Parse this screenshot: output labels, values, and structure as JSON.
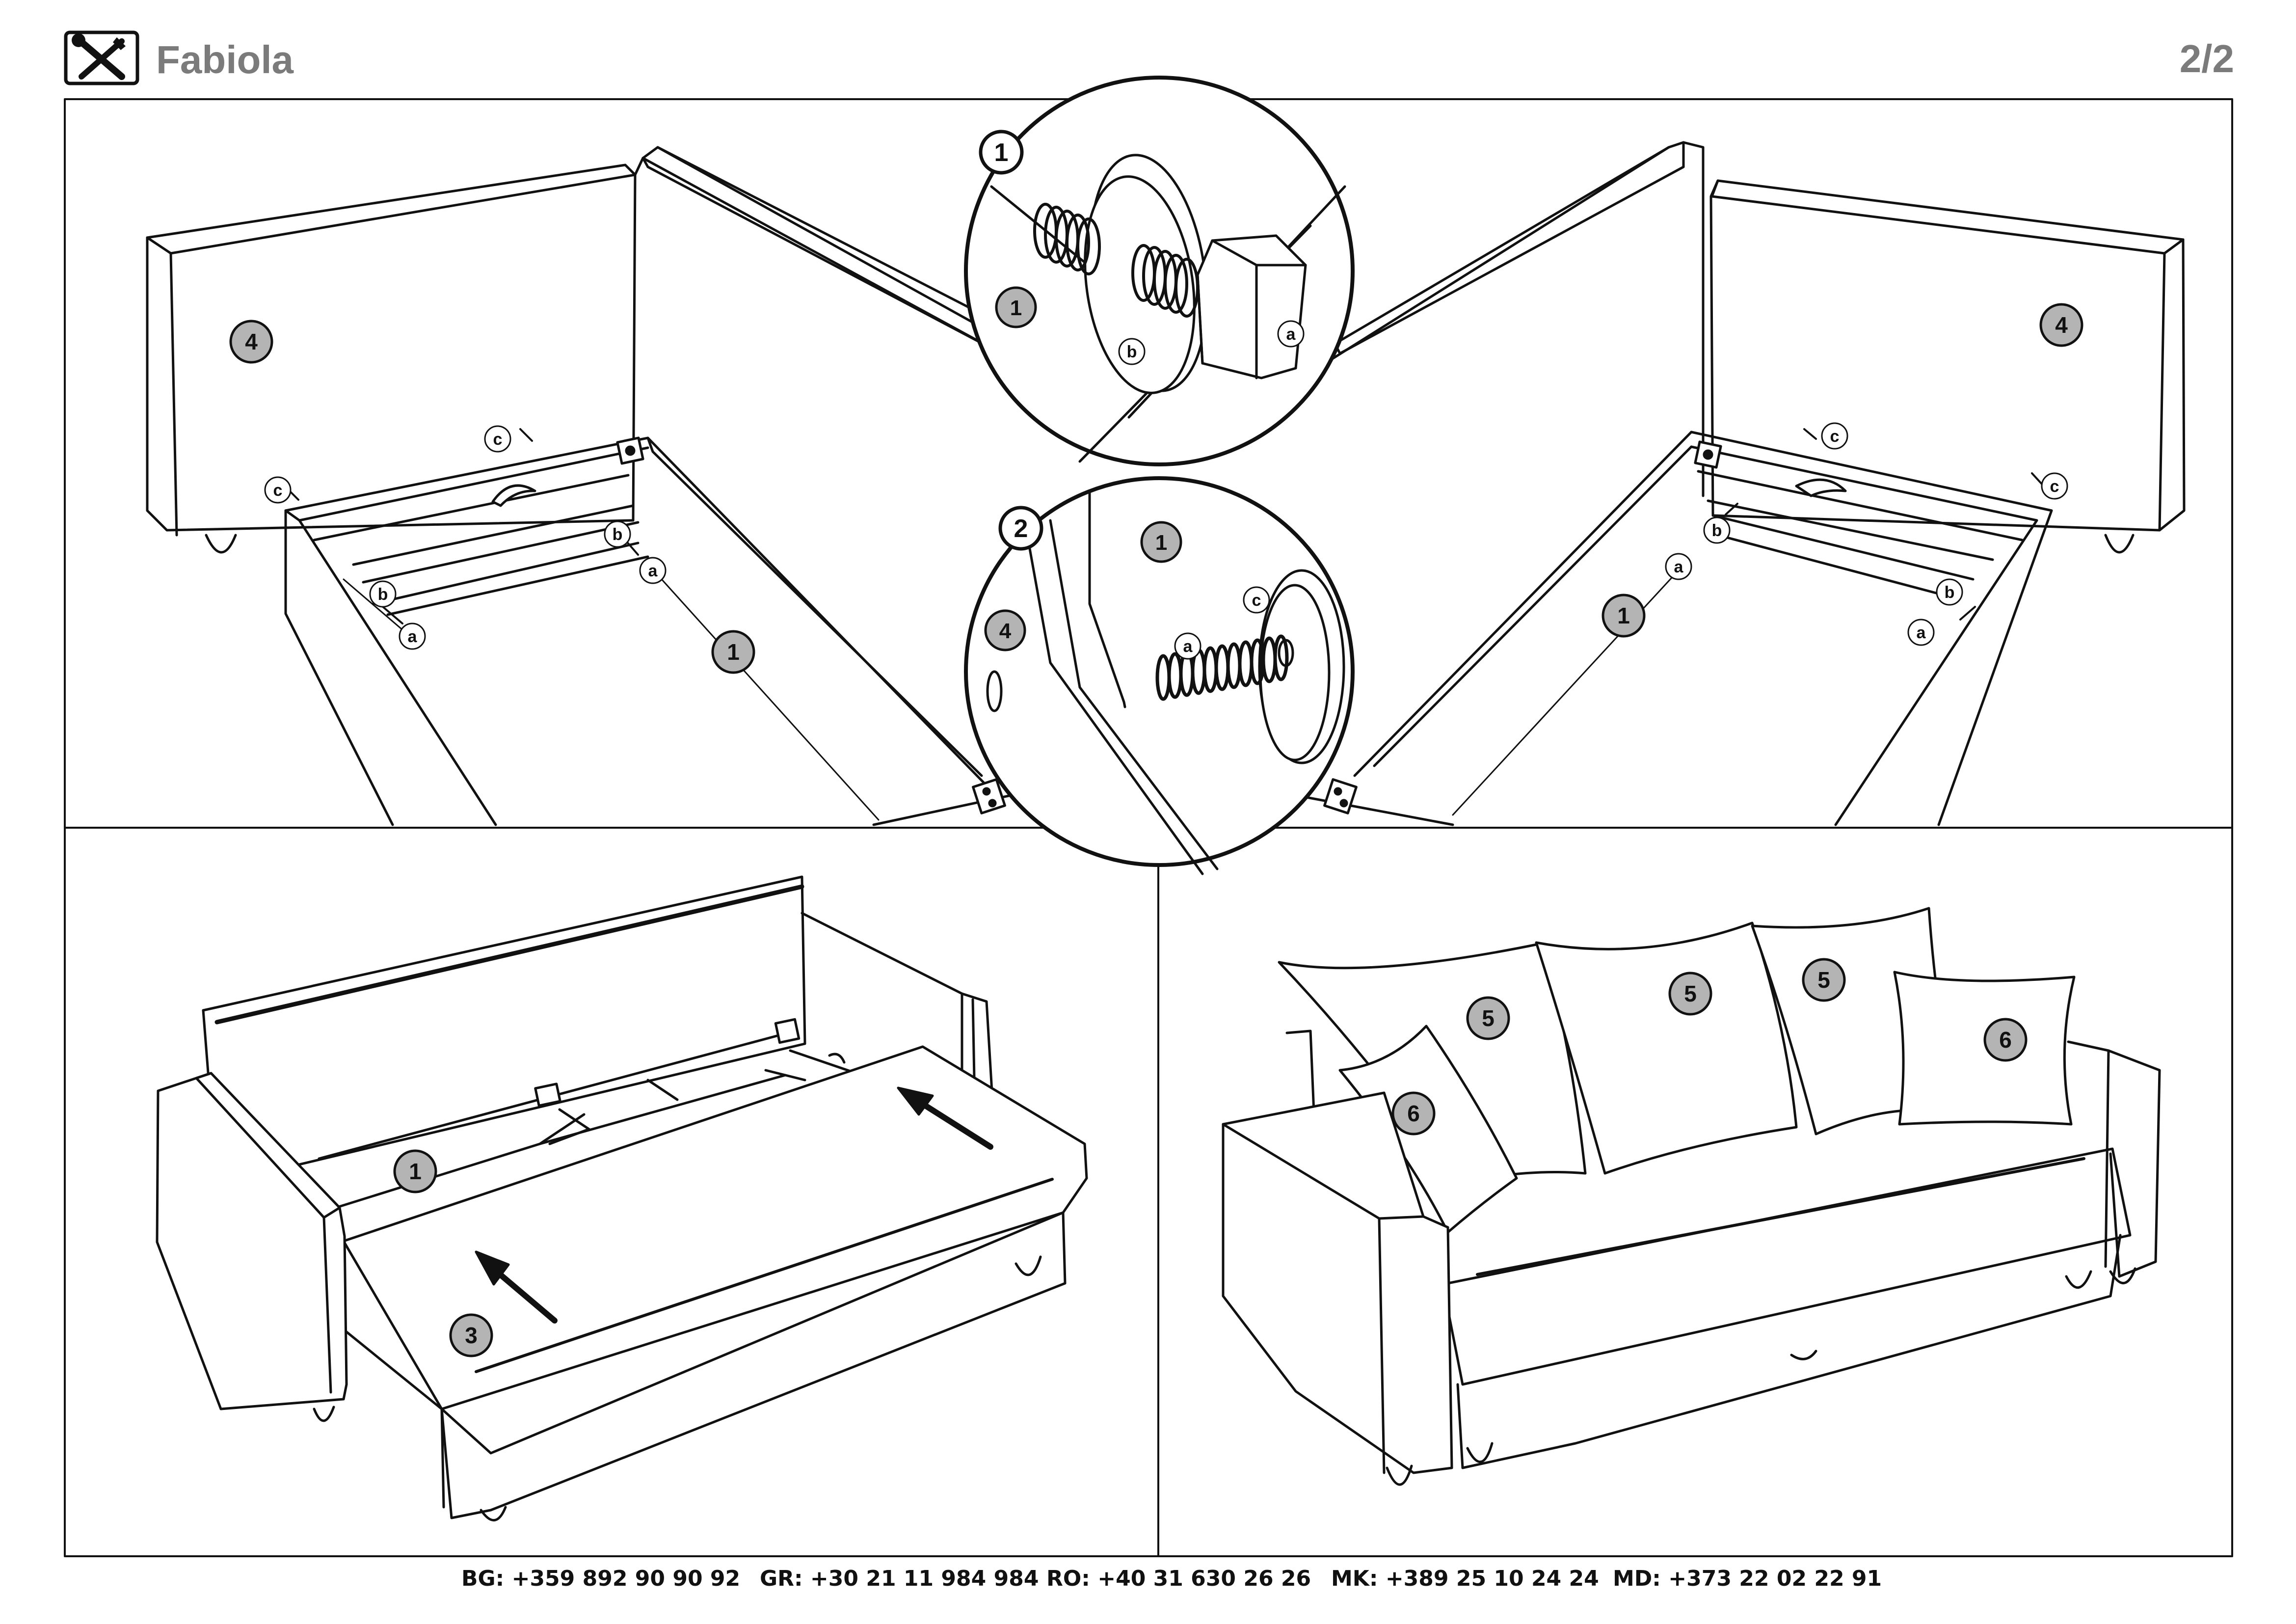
{
  "header": {
    "icon": "tools-icon",
    "title": "Fabiola",
    "page": "2/2"
  },
  "callouts": {
    "part_1": "1",
    "part_3": "3",
    "part_4": "4",
    "part_5": "5",
    "part_6": "6",
    "letter_a": "a",
    "letter_b": "b",
    "letter_c": "c",
    "detail_1": "1",
    "detail_2": "2"
  },
  "footer": {
    "contacts": [
      {
        "country": "BG:",
        "phone": "+359 892 90 90 92"
      },
      {
        "country": "GR:",
        "phone": "+30 21 11 984 984"
      },
      {
        "country": "RO:",
        "phone": "+40 31 630 26 26"
      },
      {
        "country": "MK:",
        "phone": "+389 25 10 24 24"
      },
      {
        "country": "MD:",
        "phone": "+373 22 02 22 91"
      }
    ]
  },
  "colors": {
    "line": "#111111",
    "badge_fill": "#b4b4b4",
    "title_gray": "#7b7b7b"
  }
}
